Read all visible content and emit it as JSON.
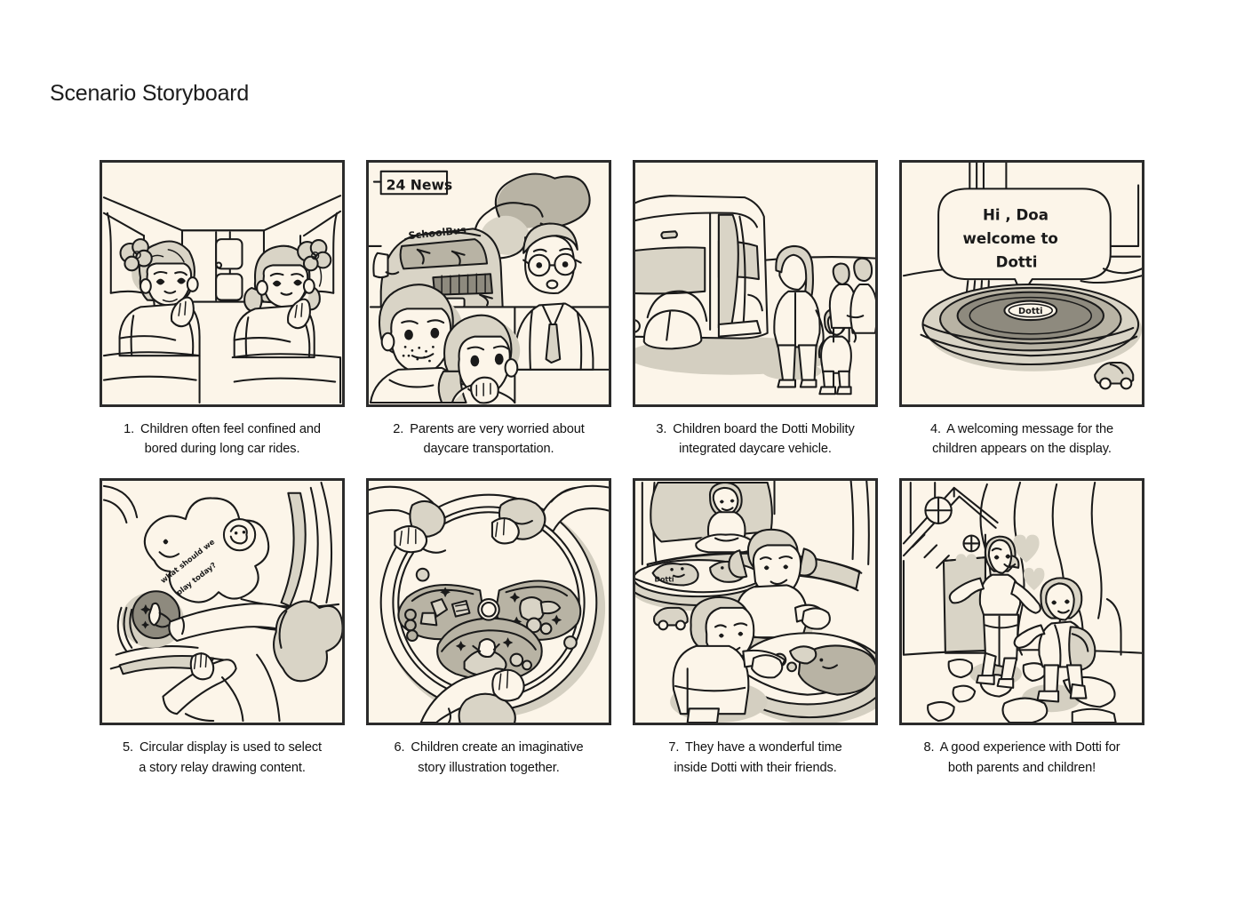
{
  "page": {
    "title": "Scenario Storyboard",
    "background_color": "#ffffff",
    "panel_background_color": "#fcf5e9",
    "panel_border_color": "#2b2b2b",
    "ink_color": "#1a1a1a"
  },
  "storyboard": {
    "columns": 4,
    "rows": 2,
    "panels": [
      {
        "number": "1.",
        "caption": "Children often feel confined and bored during long car rides.",
        "caption_line1": "Children often feel confined and",
        "caption_line2": "bored during long car rides.",
        "scene": "car-interior-bored-children",
        "in_panel_text": []
      },
      {
        "number": "2.",
        "caption": "Parents are very worried about daycare transportation.",
        "caption_line1": "Parents are very worried about",
        "caption_line2": "daycare transportation.",
        "scene": "news-broadcast-school-bus-accident",
        "in_panel_text": [
          "24 News",
          "SchoolBus"
        ]
      },
      {
        "number": "3.",
        "caption": "Children board the Dotti Mobility integrated daycare vehicle.",
        "caption_line1": "Children board the Dotti Mobility",
        "caption_line2": "integrated daycare vehicle.",
        "scene": "autonomous-shuttle-boarding",
        "in_panel_text": []
      },
      {
        "number": "4.",
        "caption": "A welcoming message for the children appears on the display.",
        "caption_line1": "A welcoming message for the",
        "caption_line2": "children appears on the display.",
        "scene": "welcome-display-speech-bubble",
        "in_panel_text": [
          "Hi , Doa",
          "welcome to",
          "Dotti",
          "Dotti"
        ]
      },
      {
        "number": "5.",
        "caption": "Circular display is used to select a story relay drawing content.",
        "caption_line1": "Circular display is used to select",
        "caption_line2": "a story relay drawing content.",
        "scene": "circular-display-content-select",
        "in_panel_text": [
          "what should we",
          "play today?"
        ]
      },
      {
        "number": "6.",
        "caption": "Children create an imaginative story illustration together.",
        "caption_line1": "Children create an imaginative",
        "caption_line2": "story illustration together.",
        "scene": "three-segment-collaborative-drawing",
        "in_panel_text": []
      },
      {
        "number": "7.",
        "caption": "They have a wonderful time inside Dotti with their friends.",
        "caption_line1": "They have a wonderful time",
        "caption_line2": "inside Dotti with their friends.",
        "scene": "children-playing-inside-vehicle",
        "in_panel_text": [
          "Dotti"
        ]
      },
      {
        "number": "8.",
        "caption": "A good experience with Dotti for both parents and children!",
        "caption_line1": "A good experience with Dotti for",
        "caption_line2": "both parents and children!",
        "scene": "parent-welcoming-child-home",
        "in_panel_text": []
      }
    ]
  },
  "panel4": {
    "bubble_line1": "Hi , Doa",
    "bubble_line2": "welcome to",
    "bubble_line3": "Dotti",
    "logo": "Dotti"
  },
  "panel5": {
    "bubble_line1": "what should we",
    "bubble_line2": "play today?"
  },
  "panel2": {
    "news_banner": "24 News",
    "bus_label": "SchoolBus"
  },
  "panel7": {
    "floor_logo": "Dotti"
  }
}
